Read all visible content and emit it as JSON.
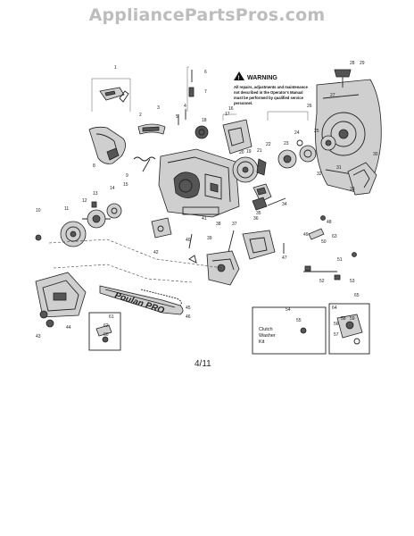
{
  "watermark": "AppliancePartsPros.com",
  "warning": {
    "title": "WARNING",
    "lines": [
      "All repairs, adjustments and maintenance",
      "not described in the Operator's Manual",
      "must be performed by qualified service",
      "personnel."
    ]
  },
  "kit_box": {
    "number": "54",
    "lines": [
      "Clutch",
      "Washer",
      "Kit"
    ]
  },
  "bar_brand": "Poulan PRO",
  "page_number": "4/11",
  "part_labels": [
    "1",
    "2",
    "3",
    "4",
    "5",
    "6",
    "7",
    "8",
    "9",
    "10",
    "11",
    "12",
    "13",
    "14",
    "15",
    "16",
    "17",
    "18",
    "19",
    "20",
    "21",
    "22",
    "23",
    "24",
    "25",
    "26",
    "27",
    "28",
    "29",
    "30",
    "31",
    "32",
    "33",
    "34",
    "35",
    "36",
    "37",
    "38",
    "39",
    "40",
    "41",
    "42",
    "43",
    "44",
    "45",
    "46",
    "47",
    "48",
    "49",
    "50",
    "51",
    "52",
    "53",
    "54",
    "55",
    "56",
    "57",
    "58",
    "59",
    "60",
    "61",
    "62",
    "63",
    "64",
    "65"
  ]
}
